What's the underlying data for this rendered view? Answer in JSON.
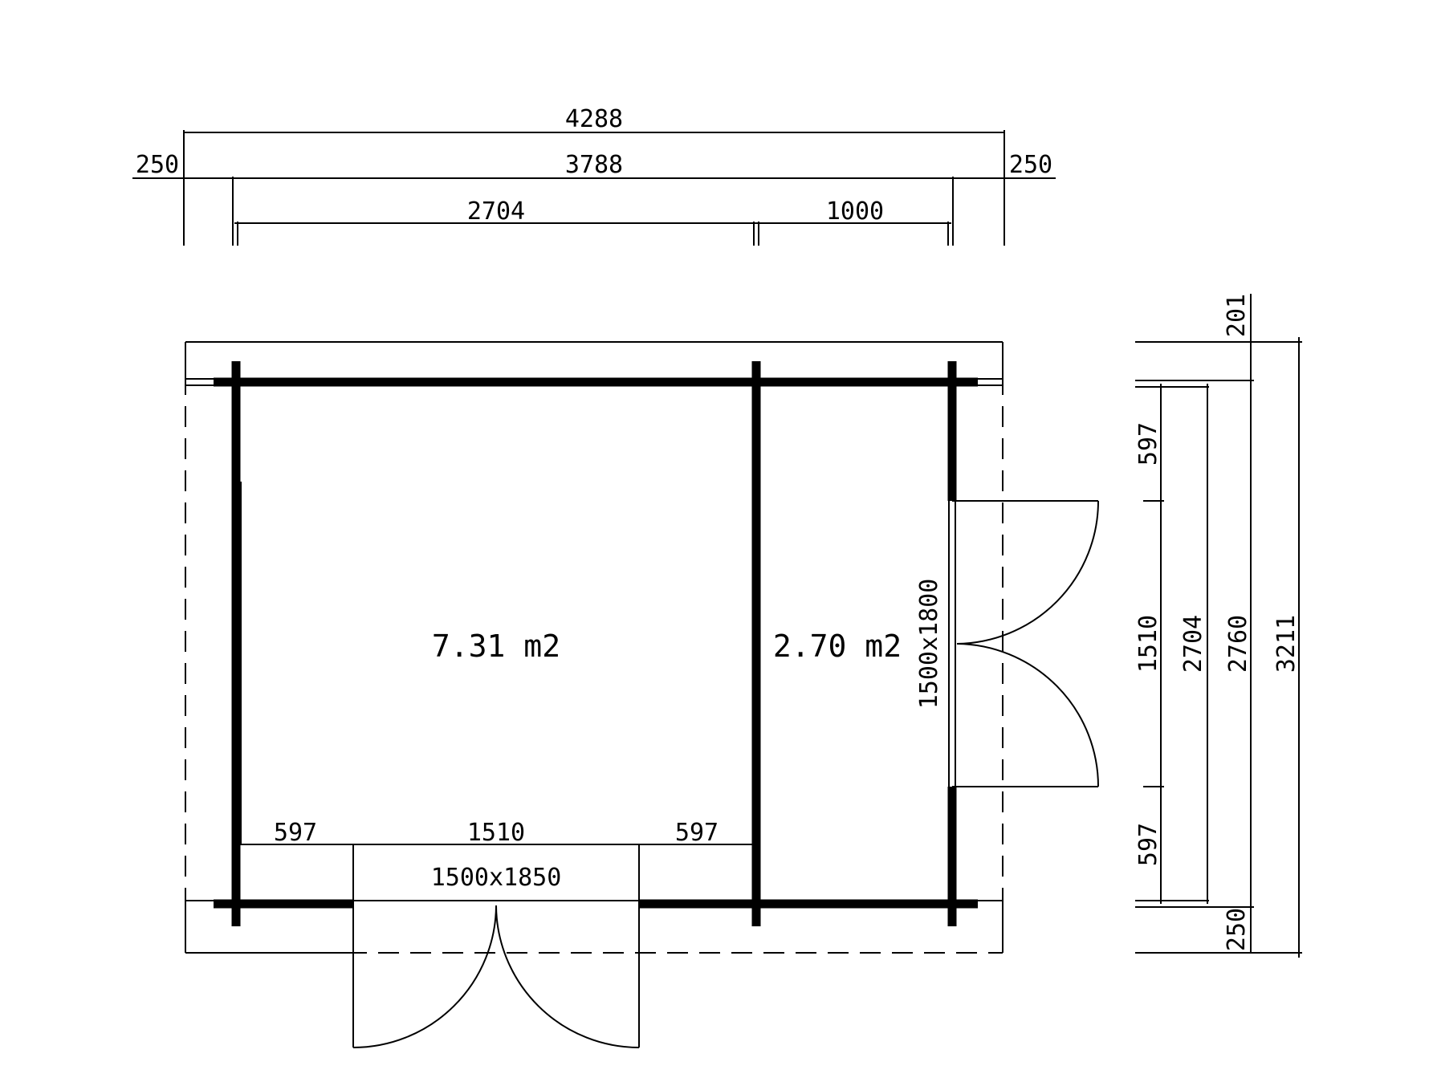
{
  "colors": {
    "line": "#000000",
    "background": "#ffffff"
  },
  "top_dimensions": {
    "overall": "4288",
    "overhang_left": "250",
    "overhang_right": "250",
    "inner": "3788",
    "room_main": "2704",
    "room_side": "1000"
  },
  "rooms": {
    "main_area": "7.31 m2",
    "side_area": "2.70 m2"
  },
  "front_door": {
    "left_segment": "597",
    "opening": "1510",
    "right_segment": "597",
    "size": "1500x1850"
  },
  "side_door": {
    "size": "1500x1800"
  },
  "side_elevation": {
    "roof_overhang_top": "201",
    "segment_top": "597",
    "opening": "1510",
    "segment_bottom": "597",
    "wall_inner": "2704",
    "wall_outer": "2760",
    "overall": "3211",
    "overhang_bottom": "250"
  }
}
